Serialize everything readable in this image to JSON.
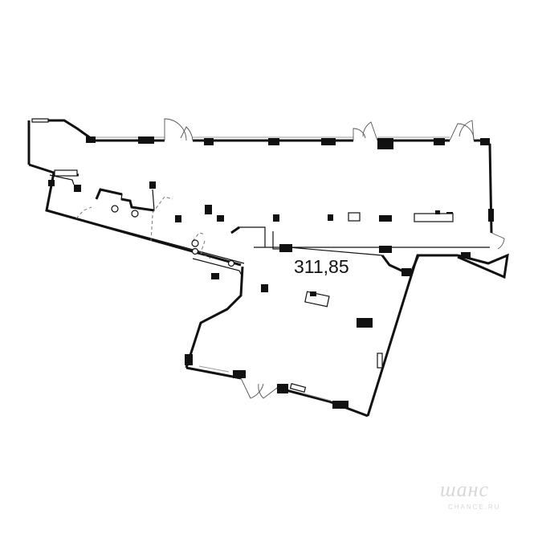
{
  "plan": {
    "area_label": "311,85"
  },
  "watermark": {
    "logo_text": "шанс",
    "sub_text": "CHANCE.RU"
  },
  "colors": {
    "wall": "#111111",
    "background": "#ffffff",
    "glazing": "#9a9a9a",
    "watermark": "#d8d8d8"
  }
}
